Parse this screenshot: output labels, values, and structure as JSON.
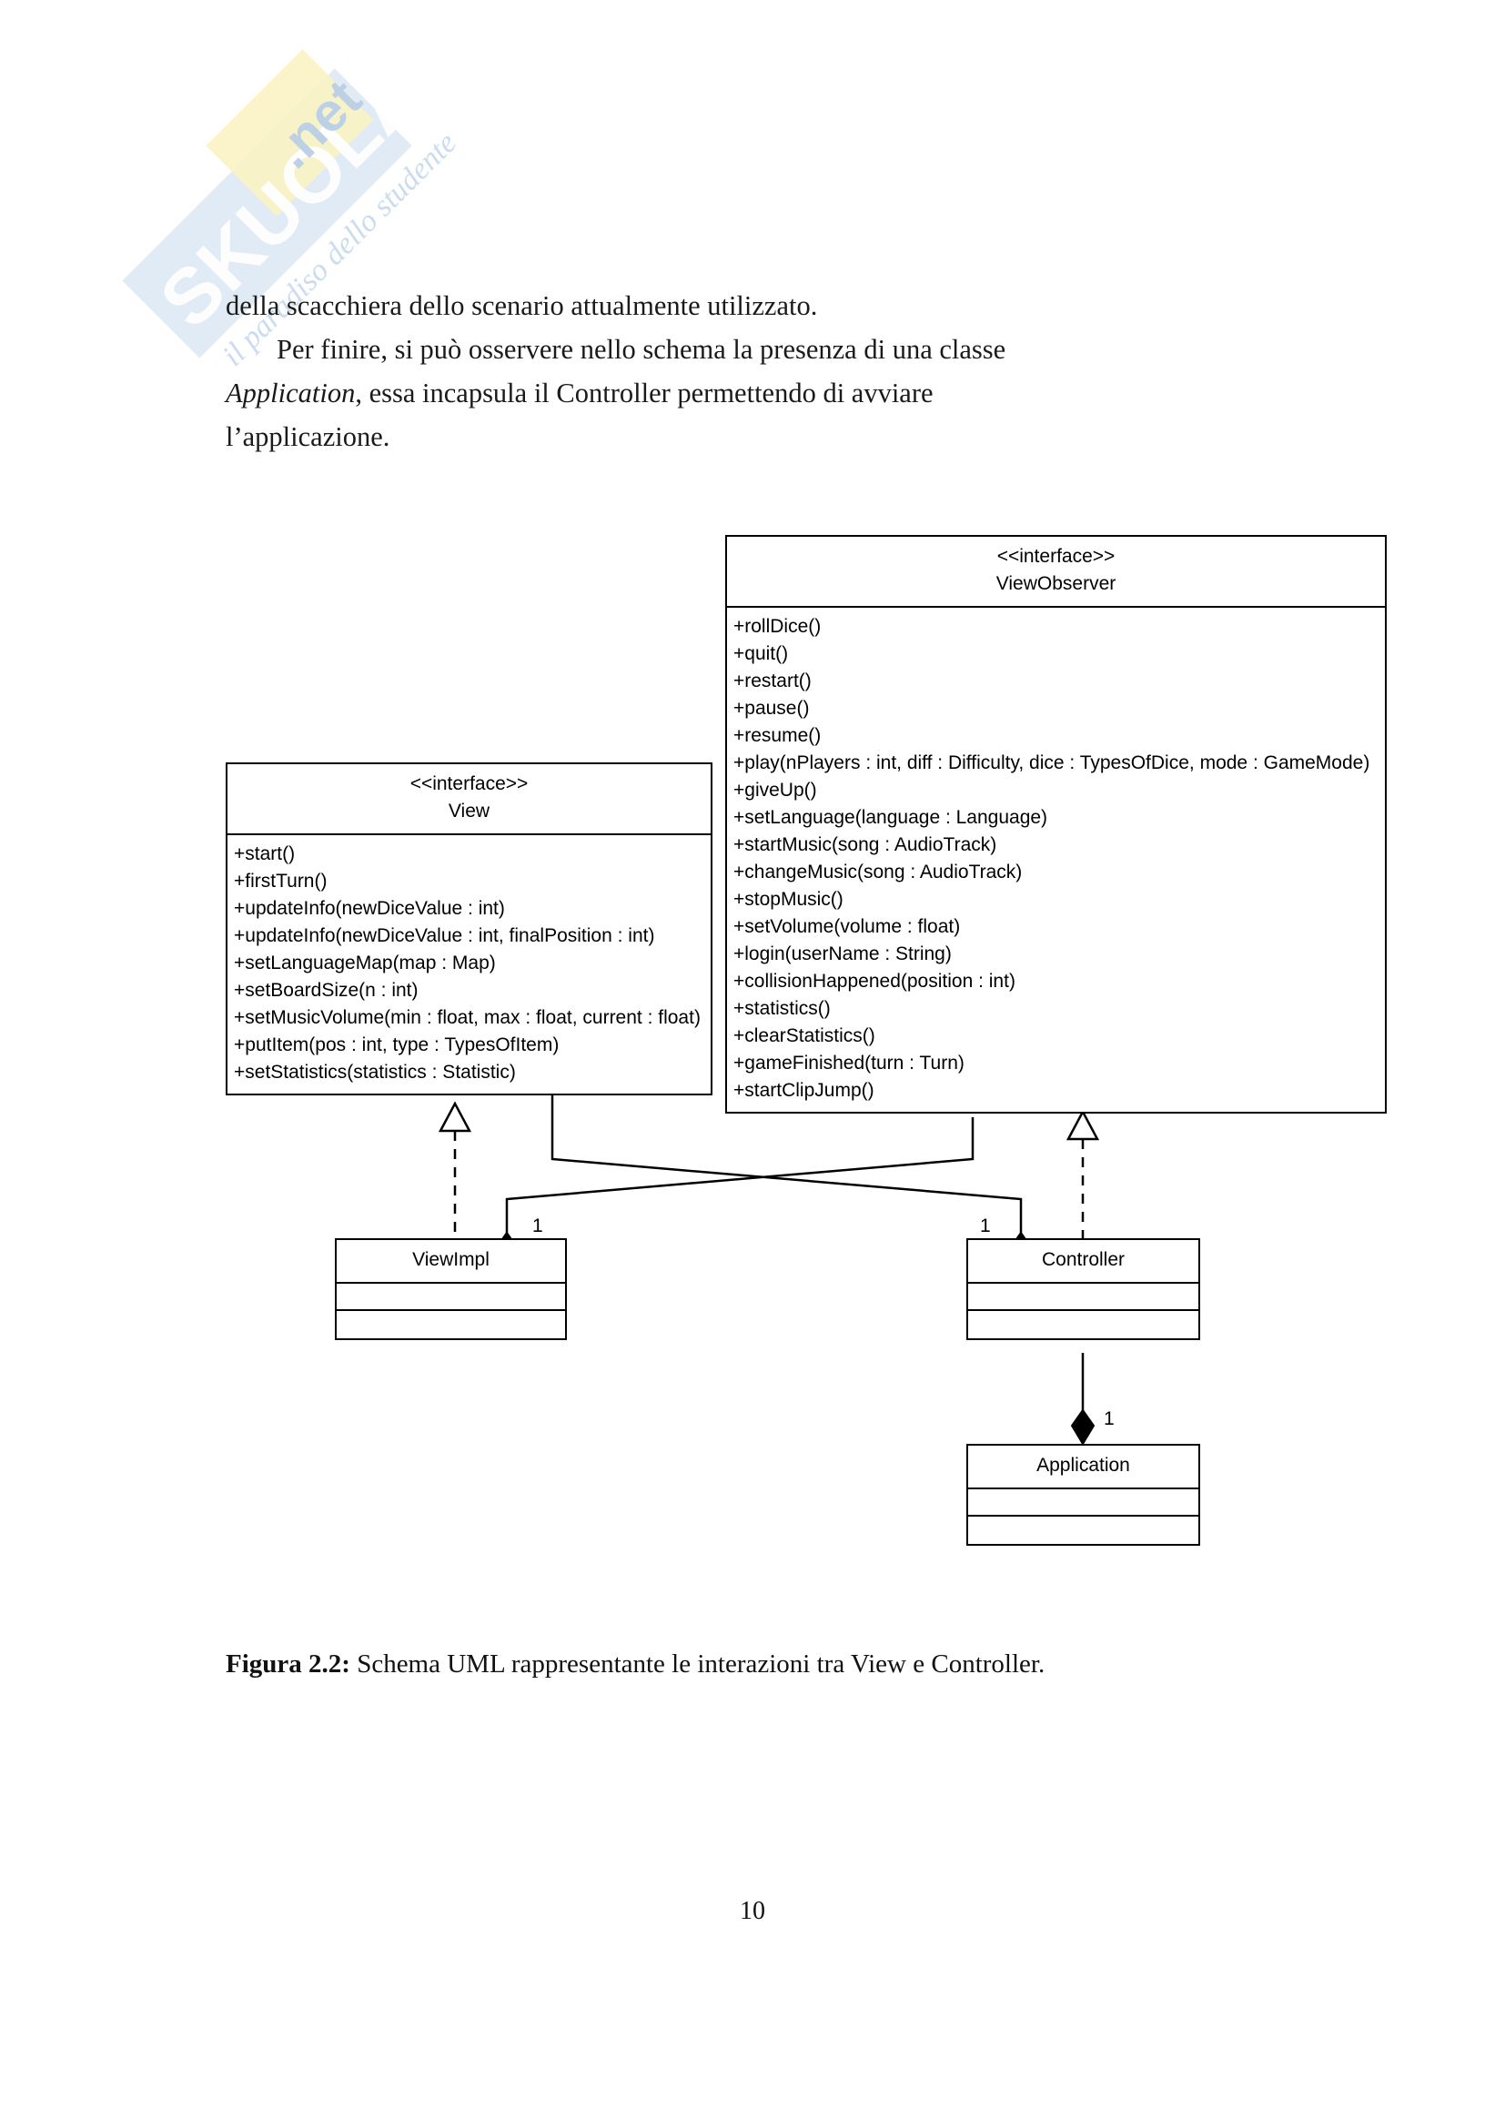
{
  "watermark": {
    "brand": "SKUOLA",
    "domain": ".net",
    "tagline": "il paradiso dello studente"
  },
  "body": {
    "line1": "della scacchiera dello scenario attualmente utilizzato.",
    "line2": "Per finire, si può osservere nello schema la presenza di una classe",
    "line3_italic": "Application",
    "line3_rest": ", essa incapsula il Controller permettendo di avviare",
    "line4": "l’applicazione."
  },
  "diagram": {
    "view_observer": {
      "stereotype": "<<interface>>",
      "name": "ViewObserver",
      "methods": [
        "+rollDice()",
        "+quit()",
        "+restart()",
        "+pause()",
        "+resume()",
        "+play(nPlayers : int, diff : Difficulty, dice : TypesOfDice, mode : GameMode)",
        "+giveUp()",
        "+setLanguage(language : Language)",
        "+startMusic(song : AudioTrack)",
        "+changeMusic(song : AudioTrack)",
        "+stopMusic()",
        "+setVolume(volume : float)",
        "+login(userName : String)",
        "+collisionHappened(position : int)",
        "+statistics()",
        "+clearStatistics()",
        "+gameFinished(turn : Turn)",
        "+startClipJump()"
      ]
    },
    "view": {
      "stereotype": "<<interface>>",
      "name": "View",
      "methods": [
        "+start()",
        "+firstTurn()",
        "+updateInfo(newDiceValue : int)",
        "+updateInfo(newDiceValue : int, finalPosition : int)",
        "+setLanguageMap(map : Map)",
        "+setBoardSize(n : int)",
        "+setMusicVolume(min : float, max : float, current : float)",
        "+putItem(pos : int, type : TypesOfItem)",
        "+setStatistics(statistics : Statistic)"
      ]
    },
    "view_impl": {
      "name": "ViewImpl"
    },
    "controller": {
      "name": "Controller"
    },
    "application": {
      "name": "Application"
    },
    "multiplicities": {
      "view_impl_owns": "1",
      "controller_owns": "1",
      "application_owns": "1"
    }
  },
  "caption": {
    "label": "Figura 2.2:",
    "text": " Schema UML rappresentante le interazioni tra View e Controller."
  },
  "footer": {
    "page_number": "10"
  }
}
